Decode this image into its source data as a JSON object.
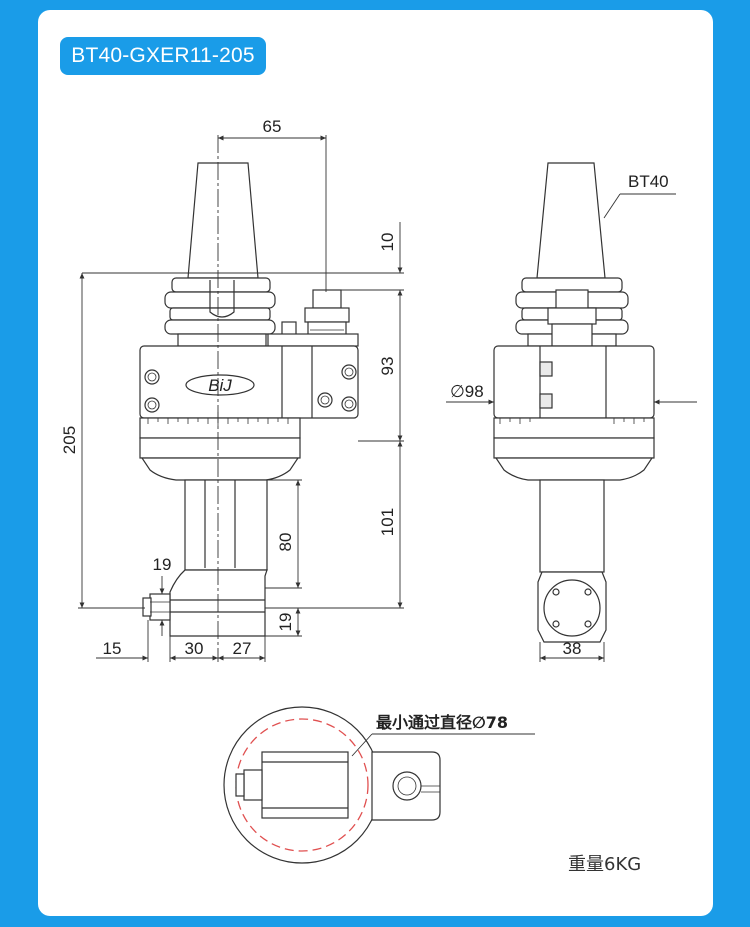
{
  "title": "BT40-GXER11-205",
  "labels": {
    "d65": "65",
    "d10": "10",
    "d93": "93",
    "d205": "205",
    "d101": "101",
    "d80": "80",
    "d19_top": "19",
    "d19_right": "19",
    "d15": "15",
    "d30": "30",
    "d27": "27",
    "d98": "∅98",
    "d38": "38",
    "bt40": "BT40",
    "brand": "BiJ"
  },
  "min_pass": "最小通过直径∅78",
  "weight": "重量6KG",
  "colors": {
    "background": "#1a9ce8",
    "card": "#ffffff",
    "accent_circle": "#e05050"
  }
}
